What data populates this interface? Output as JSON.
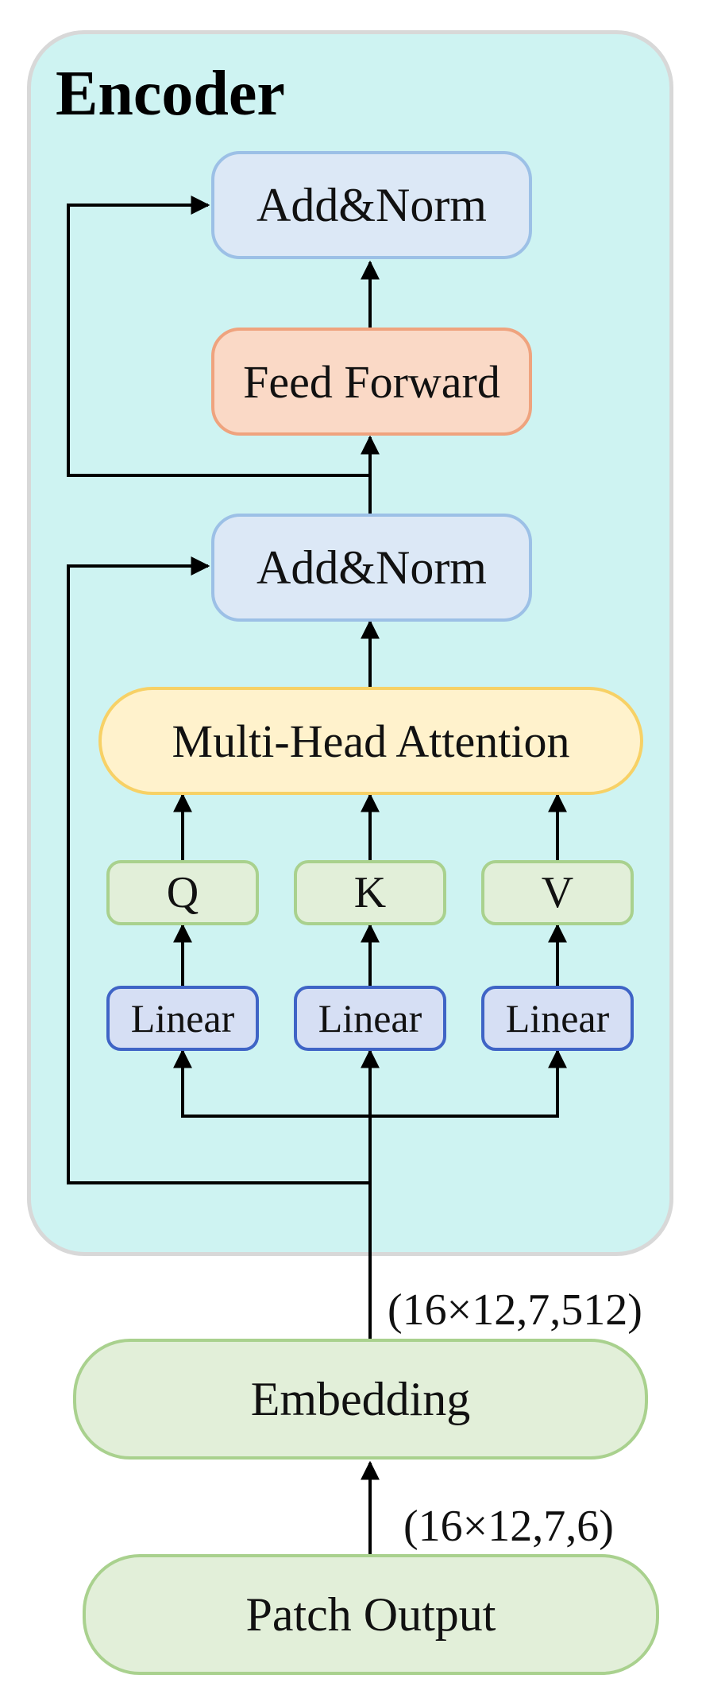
{
  "encoder": {
    "title": "Encoder",
    "add_norm_top": "Add&Norm",
    "feed_forward": "Feed Forward",
    "add_norm_bottom": "Add&Norm",
    "multi_head_attention": "Multi-Head Attention",
    "q_label": "Q",
    "k_label": "K",
    "v_label": "V",
    "linear_q": "Linear",
    "linear_k": "Linear",
    "linear_v": "Linear"
  },
  "embedding": "Embedding",
  "patch_output": "Patch Output",
  "dims": {
    "embedding_out": "(16×12,7,512)",
    "patch_out": "(16×12,7,6)"
  },
  "colors": {
    "encoder_bg": "#cef3f2",
    "add_norm": "#dce8f6",
    "feed_forward": "#fad9c6",
    "attention": "#fff2cc",
    "qkv": "#e2efd9",
    "linear": "#d6dff4"
  }
}
